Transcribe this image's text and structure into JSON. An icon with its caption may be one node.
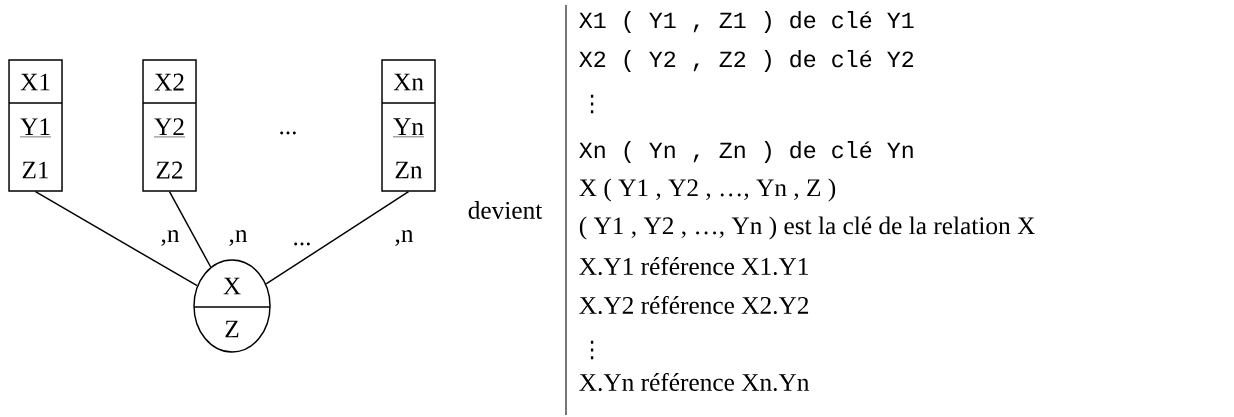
{
  "diagram": {
    "nodes": [
      {
        "text": [
          "X1",
          "Y1",
          "Z1"
        ]
      },
      {
        "text": [
          "X2",
          "Y2",
          "Z2"
        ]
      },
      {
        "text": [
          "Xn",
          "Yn",
          "Zn"
        ]
      },
      {
        "text": [
          "X",
          "Z"
        ]
      }
    ],
    "edges": [
      {
        "from": 0,
        "to": 3,
        "arrow": "none",
        "label": ",n"
      },
      {
        "from": 1,
        "to": 3,
        "arrow": "none",
        "label": ",n"
      },
      {
        "from": 2,
        "to": 3,
        "arrow": "none",
        "label": ",n"
      }
    ],
    "labels": [
      "...",
      "...",
      "devient",
      "X1 ( Y1 , Z1 ) de clé Y1",
      "X2 ( Y2 , Z2 ) de clé Y2",
      "⋮",
      "Xn ( Yn , Zn ) de clé Yn",
      "X ( Y1 , Y2 , …, Yn , Z )",
      "( Y1 , Y2 , …, Yn ) est la clé de la relation X",
      "X.Y1 référence X1.Y1",
      "X.Y2 référence X2.Y2",
      "⋮",
      "X.Yn référence Xn.Yn"
    ]
  }
}
